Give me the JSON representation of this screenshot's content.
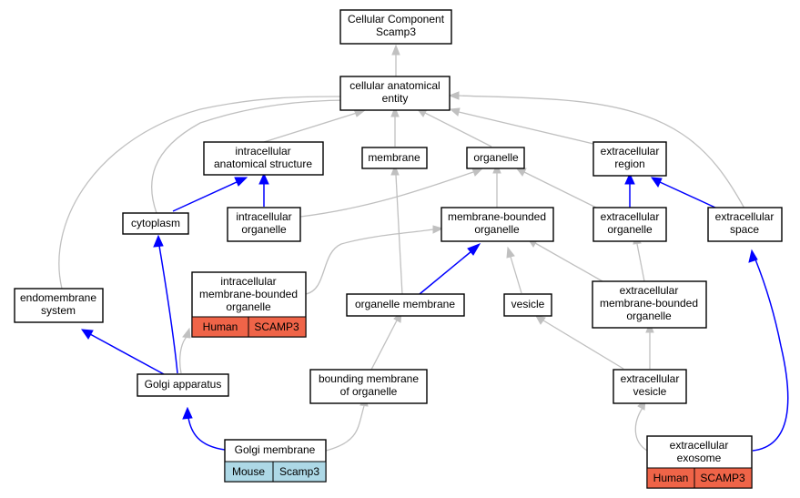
{
  "colors": {
    "gray_edge": "#c0c0c0",
    "blue_edge": "#0000ff",
    "human_tag": "#ef6448",
    "mouse_tag": "#add8e6"
  },
  "nodes": {
    "root": {
      "l1": "Cellular Component",
      "l2": "Scamp3"
    },
    "cae": {
      "l1": "cellular anatomical",
      "l2": "entity"
    },
    "ias": {
      "l1": "intracellular",
      "l2": "anatomical structure"
    },
    "membrane": {
      "l1": "membrane"
    },
    "organelle": {
      "l1": "organelle"
    },
    "exregion": {
      "l1": "extracellular",
      "l2": "region"
    },
    "cytoplasm": {
      "l1": "cytoplasm"
    },
    "intorg": {
      "l1": "intracellular",
      "l2": "organelle"
    },
    "mbo": {
      "l1": "membrane-bounded",
      "l2": "organelle"
    },
    "exorg": {
      "l1": "extracellular",
      "l2": "organelle"
    },
    "exspace": {
      "l1": "extracellular",
      "l2": "space"
    },
    "endo": {
      "l1": "endomembrane",
      "l2": "system"
    },
    "imbo": {
      "l1": "intracellular",
      "l2": "membrane-bounded",
      "l3": "organelle"
    },
    "orgmem": {
      "l1": "organelle membrane"
    },
    "vesicle": {
      "l1": "vesicle"
    },
    "exmbo": {
      "l1": "extracellular",
      "l2": "membrane-bounded",
      "l3": "organelle"
    },
    "golgi": {
      "l1": "Golgi apparatus"
    },
    "bmo": {
      "l1": "bounding membrane",
      "l2": "of organelle"
    },
    "exves": {
      "l1": "extracellular",
      "l2": "vesicle"
    },
    "golgimem": {
      "l1": "Golgi membrane"
    },
    "exosome": {
      "l1": "extracellular",
      "l2": "exosome"
    }
  },
  "tags": {
    "imbo": {
      "species": "Human",
      "gene": "SCAMP3"
    },
    "golgimem": {
      "species": "Mouse",
      "gene": "Scamp3"
    },
    "exosome": {
      "species": "Human",
      "gene": "SCAMP3"
    }
  }
}
